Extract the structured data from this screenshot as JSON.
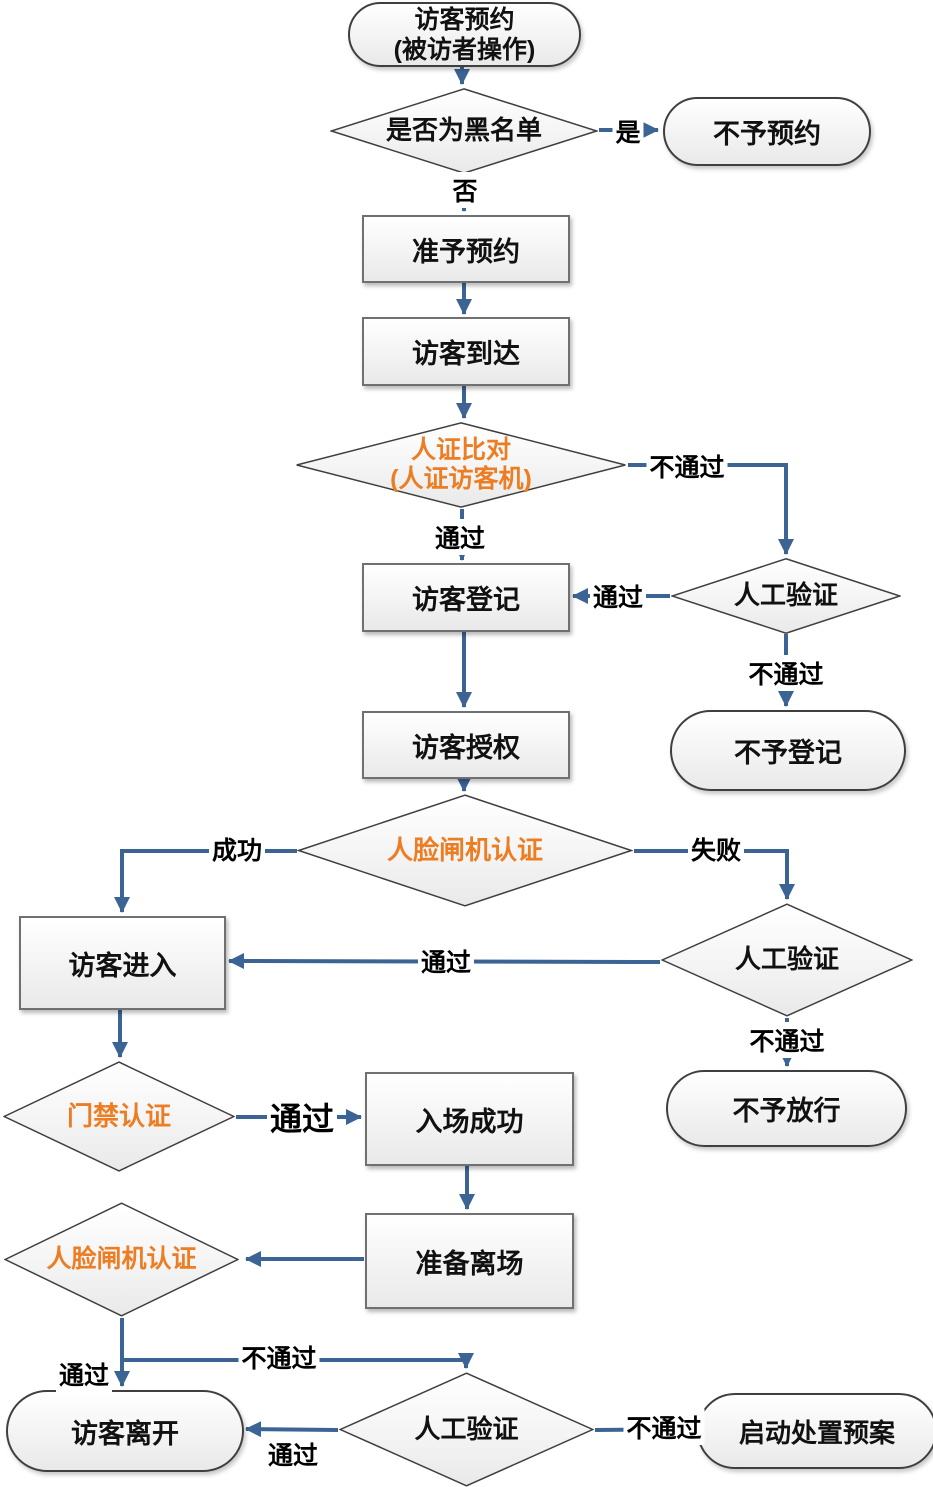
{
  "colors": {
    "connector_blue": "#3B6394",
    "accent_orange": "#ED7D22",
    "shape_border_dark": "#3f3f3f",
    "shape_border_gray": "#707070",
    "shape_fill_top": "#ffffff",
    "shape_fill_bottom": "#e9e9e9"
  },
  "nodes": {
    "start": {
      "line1": "访客预约",
      "line2": "(被访者操作)"
    },
    "blacklist_check": {
      "label": "是否为黑名单"
    },
    "no_reservation": {
      "label": "不予预约"
    },
    "approve_reservation": {
      "label": "准予预约"
    },
    "visitor_arrival": {
      "label": "访客到达"
    },
    "id_compare": {
      "line1": "人证比对",
      "line2": "(人证访客机)"
    },
    "visitor_register": {
      "label": "访客登记"
    },
    "manual_verify_1": {
      "label": "人工验证"
    },
    "no_register": {
      "label": "不予登记"
    },
    "visitor_authorize": {
      "label": "访客授权"
    },
    "face_gate_auth": {
      "label": "人脸闸机认证"
    },
    "visitor_enter": {
      "label": "访客进入"
    },
    "manual_verify_2": {
      "label": "人工验证"
    },
    "no_release": {
      "label": "不予放行"
    },
    "access_auth": {
      "label": "门禁认证"
    },
    "entry_success": {
      "label": "入场成功"
    },
    "prepare_leave": {
      "label": "准备离场"
    },
    "exit_face_gate_auth": {
      "label": "人脸闸机认证"
    },
    "visitor_leave": {
      "label": "访客离开"
    },
    "manual_verify_3": {
      "label": "人工验证"
    },
    "emergency_plan": {
      "label": "启动处置预案"
    }
  },
  "edge_labels": {
    "yes": "是",
    "no": "否",
    "id_pass": "通过",
    "id_fail": "不通过",
    "mv1_pass": "通过",
    "mv1_fail": "不通过",
    "fg_success": "成功",
    "fg_fail": "失败",
    "mv2_pass": "通过",
    "mv2_fail": "不通过",
    "access_pass": "通过",
    "exit_fail": "不通过",
    "exit_pass": "通过",
    "mv3_pass": "通过",
    "mv3_fail": "不通过"
  }
}
